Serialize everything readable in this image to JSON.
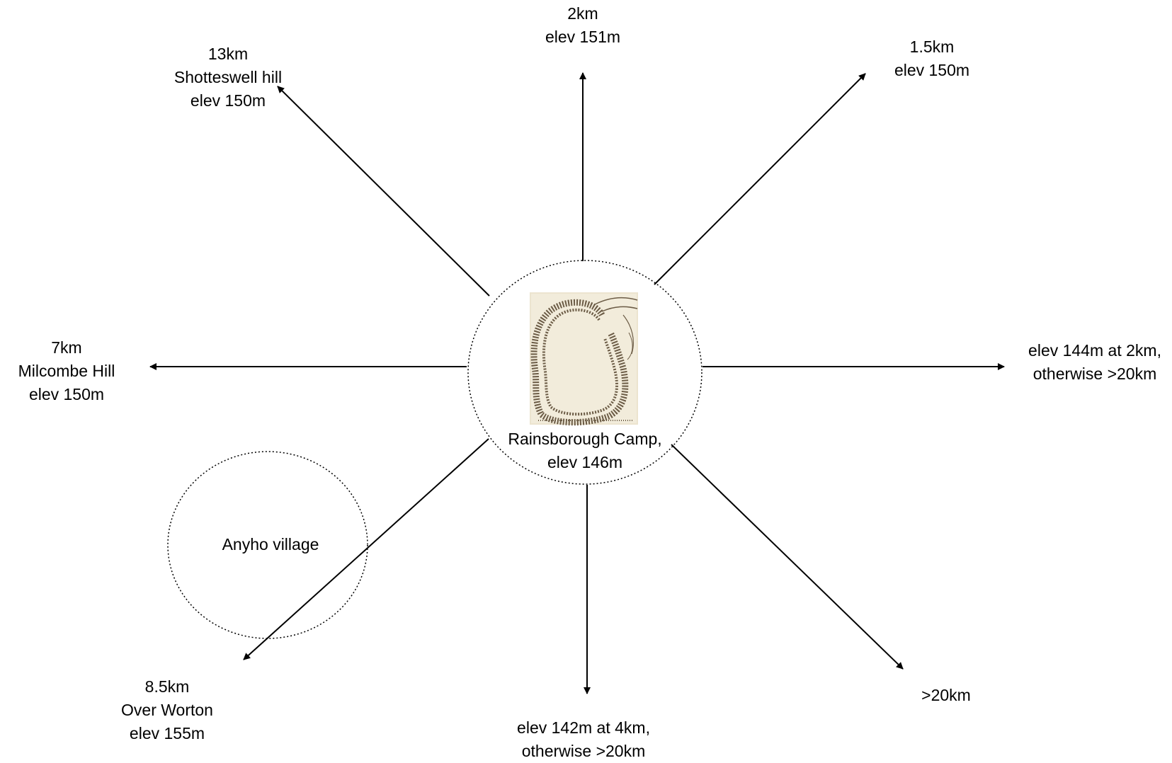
{
  "center": {
    "line1": "Rainsborough Camp,",
    "line2": "elev 146m",
    "image_icon": "hillfort-plan-icon"
  },
  "village": {
    "label": "Anyho village"
  },
  "directions": {
    "north": {
      "line1": "2km",
      "line2": "elev 151m"
    },
    "north_east": {
      "line1": "1.5km",
      "line2": "elev 150m"
    },
    "east": {
      "line1": "elev 144m at 2km,",
      "line2": "otherwise >20km"
    },
    "south_east": {
      "line1": ">20km"
    },
    "south": {
      "line1": "elev 142m at 4km,",
      "line2": "otherwise >20km"
    },
    "south_west": {
      "line1": "8.5km",
      "line2": "Over Worton",
      "line3": "elev 155m"
    },
    "west": {
      "line1": "7km",
      "line2": "Milcombe Hill",
      "line3": "elev 150m"
    },
    "north_west": {
      "line1": "13km",
      "line2": "Shotteswell hill",
      "line3": "elev 150m"
    }
  },
  "colors": {
    "line": "#000000",
    "map_background": "#ece4cf",
    "map_ink": "#6b5b45"
  }
}
